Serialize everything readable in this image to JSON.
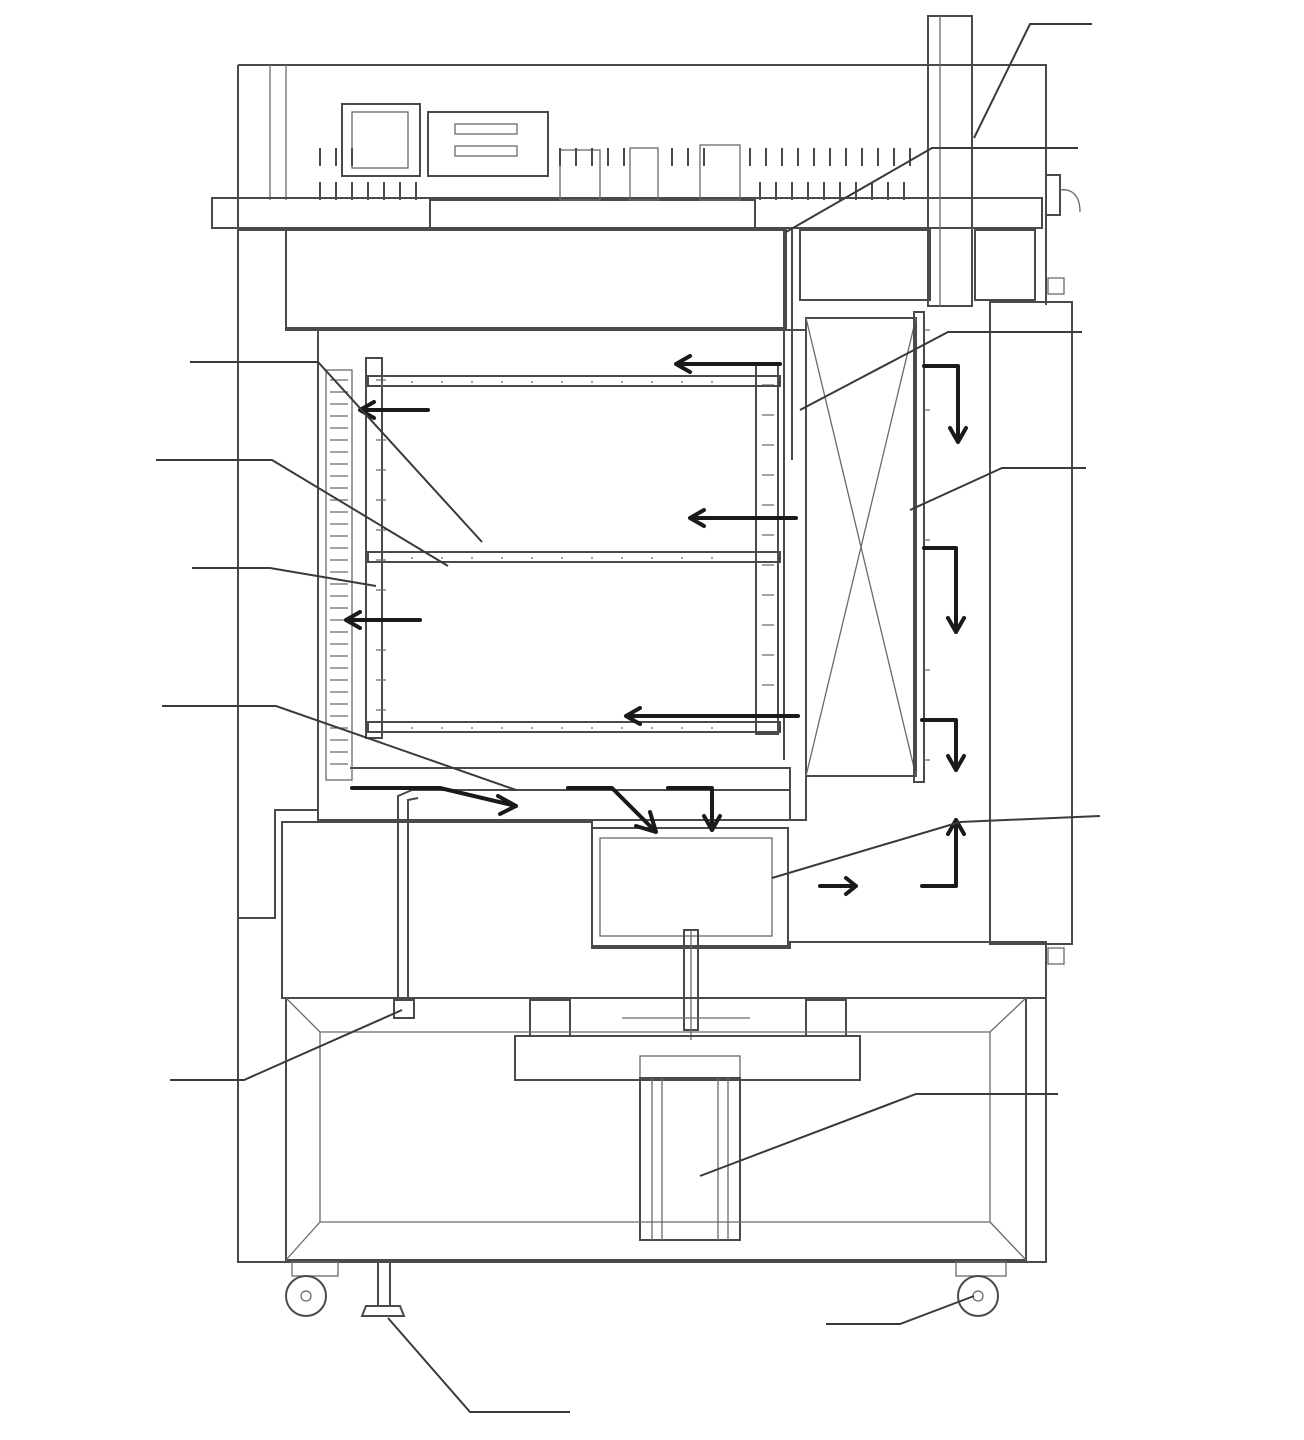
{
  "figure": {
    "description_visible_text": [],
    "colors": {
      "line": "#4a4a4a",
      "arrow": "#1a1a1a",
      "hatch": "#707070",
      "background": "#ffffff"
    }
  },
  "parts": [
    "cabinet-shell",
    "control-compartment",
    "top-insulation",
    "left-insulation",
    "right-insulation",
    "bottom-insulation",
    "inner-chamber",
    "left-vent-grille",
    "right-rack-rail",
    "shelf-top",
    "shelf-middle",
    "shelf-bottom",
    "air-duct",
    "heater-element",
    "exhaust-chimney",
    "fan-motor-box",
    "drive-shaft",
    "motor-mount",
    "motor-column",
    "drain-pipe",
    "leveling-foot",
    "caster-left",
    "caster-right"
  ],
  "callouts": [
    {
      "target": "exhaust-chimney",
      "text": ""
    },
    {
      "target": "air-duct-plate",
      "text": ""
    },
    {
      "target": "duct-baffle",
      "text": ""
    },
    {
      "target": "heater-element",
      "text": ""
    },
    {
      "target": "fan-motor-box",
      "text": ""
    },
    {
      "target": "motor-column",
      "text": ""
    },
    {
      "target": "caster-right",
      "text": ""
    },
    {
      "target": "leveling-foot",
      "text": ""
    },
    {
      "target": "drain-pipe",
      "text": ""
    },
    {
      "target": "air-channel",
      "text": ""
    },
    {
      "target": "rack-rail",
      "text": ""
    },
    {
      "target": "shelf-middle",
      "text": ""
    },
    {
      "target": "shelf-top",
      "text": ""
    }
  ]
}
